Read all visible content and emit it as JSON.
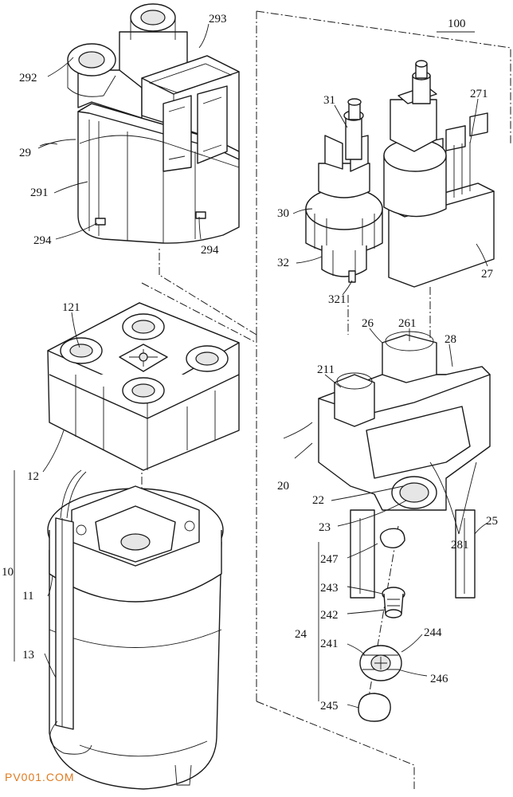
{
  "figure": {
    "assembly_label": "100",
    "labels": {
      "l292": "292",
      "l293": "293",
      "l29": "29",
      "l291": "291",
      "l294a": "294",
      "l294b": "294",
      "l31": "31",
      "l271": "271",
      "l30": "30",
      "l32": "32",
      "l321": "321",
      "l27": "27",
      "l121": "121",
      "l26": "26",
      "l261": "261",
      "l28": "28",
      "l211": "211",
      "l12": "12",
      "l20": "20",
      "l22": "22",
      "l23": "23",
      "l281": "281",
      "l25": "25",
      "l10": "10",
      "l11": "11",
      "l247": "247",
      "l243": "243",
      "l242": "242",
      "l24": "24",
      "l241": "241",
      "l244": "244",
      "l13": "13",
      "l246": "246",
      "l245": "245"
    }
  },
  "watermark": "PV001.COM"
}
